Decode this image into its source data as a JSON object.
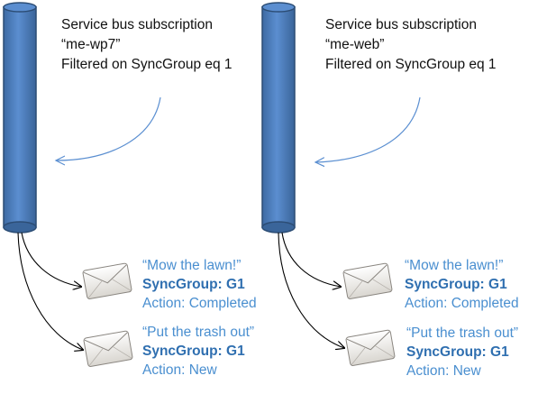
{
  "colors": {
    "cylinder_fill": "#4f81bd",
    "cylinder_stroke": "#2c4d75",
    "cylinder_cap": "#3a659a",
    "callout_arrow": "#5b8fd1",
    "message_arrow": "#000000",
    "message_text": "#4a8fd0",
    "group_text": "#2f6fb0"
  },
  "subscriptions": [
    {
      "caption": {
        "line1": "Service bus subscription",
        "line2": "“me-wp7”",
        "line3": "Filtered on SyncGroup eq 1"
      },
      "messages": [
        {
          "title": "“Mow the lawn!”",
          "group": "SyncGroup: G1",
          "action": "Action: Completed",
          "icon": "envelope-icon"
        },
        {
          "title": "“Put the trash out”",
          "group": "SyncGroup: G1",
          "action": "Action: New",
          "icon": "envelope-icon"
        }
      ]
    },
    {
      "caption": {
        "line1": "Service bus subscription",
        "line2": "“me-web”",
        "line3": "Filtered on SyncGroup eq 1"
      },
      "messages": [
        {
          "title": "“Mow the lawn!”",
          "group": "SyncGroup: G1",
          "action": "Action: Completed",
          "icon": "envelope-icon"
        },
        {
          "title": "“Put the trash out”",
          "group": "SyncGroup: G1",
          "action": "Action: New",
          "icon": "envelope-icon"
        }
      ]
    }
  ]
}
